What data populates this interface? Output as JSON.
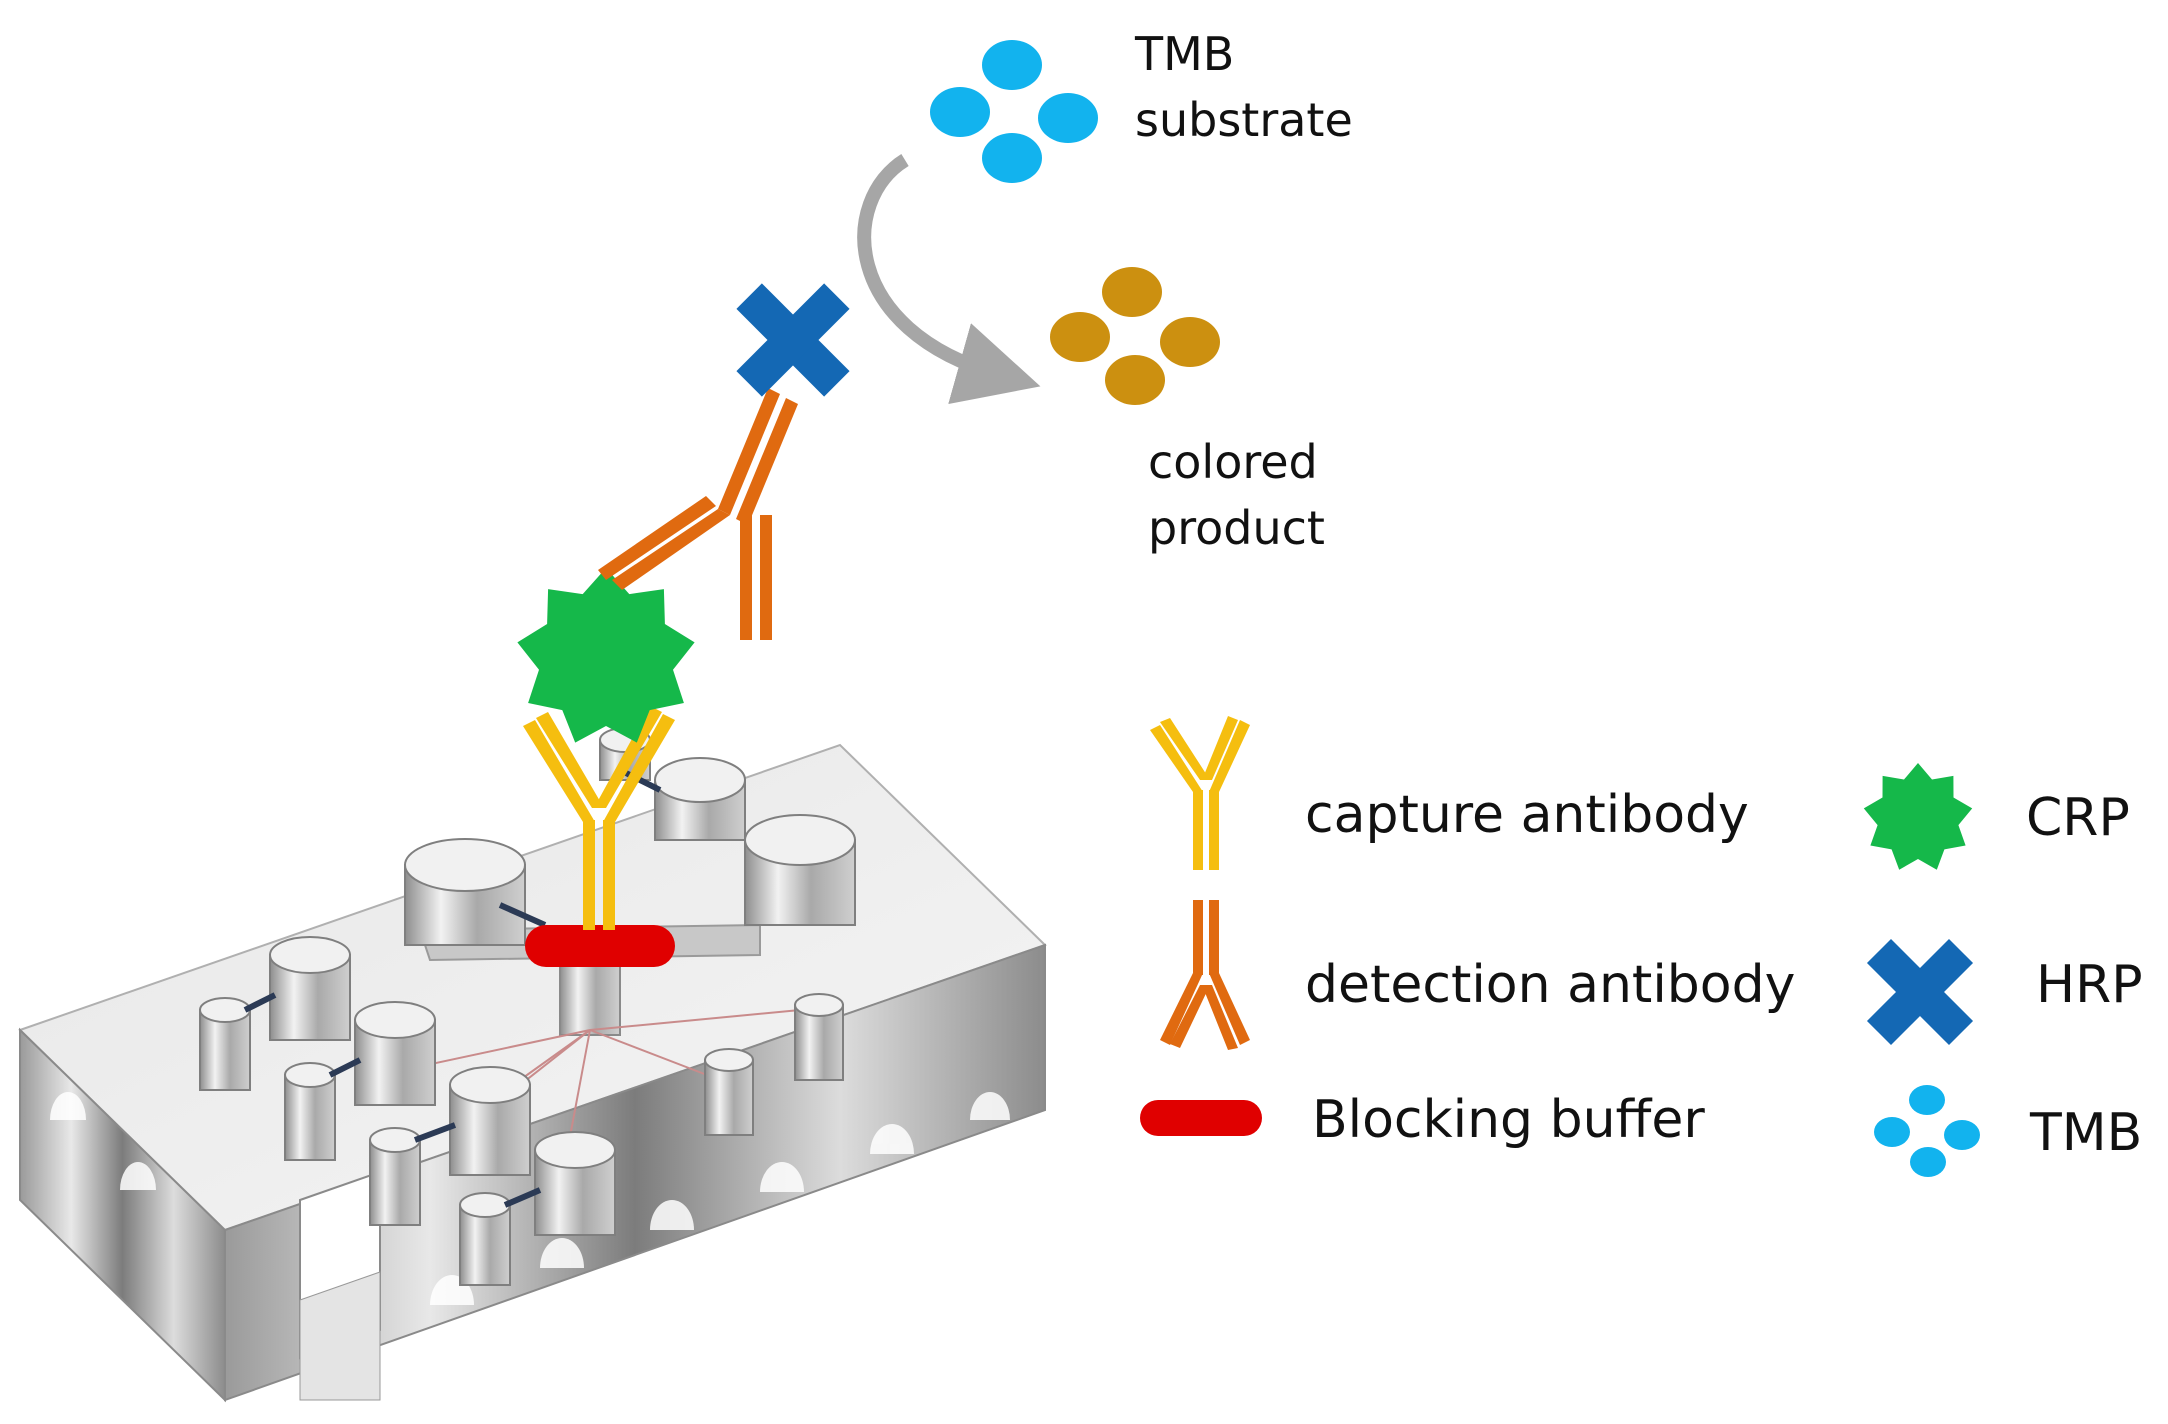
{
  "reaction": {
    "substrate_label_line1": "TMB",
    "substrate_label_line2": "substrate",
    "product_label_line1": "colored",
    "product_label_line2": "product"
  },
  "legend": {
    "capture_antibody": "capture antibody",
    "detection_antibody": "detection antibody",
    "blocking_buffer": "Blocking buffer",
    "crp": "CRP",
    "hrp": "HRP",
    "tmb": "TMB"
  },
  "icons": {
    "tmb_particle": "tmb-particle-icon",
    "product_particle": "colored-product-particle-icon",
    "hrp_enzyme": "hrp-x-icon",
    "crp_antigen": "crp-star-icon",
    "capture_antibody": "capture-antibody-y-icon",
    "detection_antibody": "detection-antibody-y-icon",
    "blocking_buffer": "blocking-buffer-pill-icon",
    "reaction_arrow": "curved-arrow-icon",
    "chip": "microfluidic-chip-icon"
  },
  "colors": {
    "tmb": "#12b3ee",
    "product": "#cc9010",
    "hrp": "#1468b4",
    "crp": "#15b84a",
    "capture_antibody": "#f5be0f",
    "detection_antibody": "#e06a10",
    "blocking_buffer": "#e00000",
    "arrow": "#a6a6a6"
  }
}
